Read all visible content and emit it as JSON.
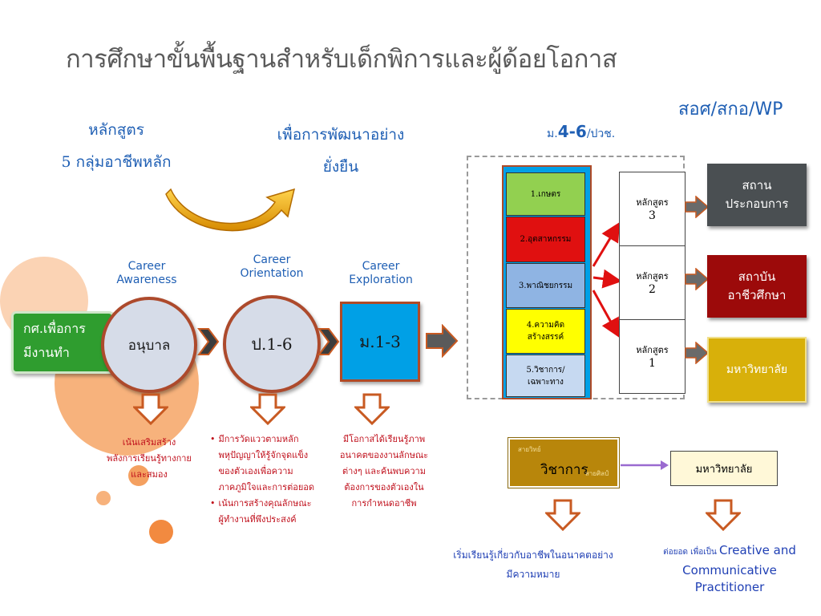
{
  "title": "การศึกษาขั้นพื้นฐานสำหรับเด็กพิการและผู้ด้อยโอกาส",
  "org_label": "สอศ/สกอ/WP",
  "curriculum": {
    "line1": "หลักสูตร",
    "line2": "5 กลุ่มอาชีพหลัก"
  },
  "sustainable": {
    "line1": "เพื่อการพัฒนาอย่าง",
    "line2": "ยั่งยืน"
  },
  "level_label": {
    "prefix": "ม.",
    "main": "4-6",
    "suffix": "/ปวช."
  },
  "stages": [
    {
      "career": "Career\nAwareness",
      "label": "อนุบาล"
    },
    {
      "career": "Career\nOrientation",
      "label": "ป.1-6"
    },
    {
      "career": "Career\nExploration",
      "label": "ม.1-3"
    }
  ],
  "green_box": {
    "line1": "กศ.เพื่อการ",
    "line2": "มีงานทำ"
  },
  "subjects": [
    {
      "label": "1.เกษตร",
      "color": "#92d050"
    },
    {
      "label": "2.อุตสาหกรรม",
      "color": "#e01010"
    },
    {
      "label": "3.พาณิชยกรรม",
      "color": "#8fb4e3"
    },
    {
      "label": "4.ความคิด\nสร้างสรรค์",
      "color": "#ffff00"
    },
    {
      "label": "5.วิชาการ/\nเฉพาะทาง",
      "color": "#c6d9f1"
    }
  ],
  "curricula": [
    {
      "label": "หลักสูตร",
      "num": "3"
    },
    {
      "label": "หลักสูตร",
      "num": "2"
    },
    {
      "label": "หลักสูตร",
      "num": "1"
    }
  ],
  "destinations": [
    {
      "line1": "สถาน",
      "line2": "ประกอบการ",
      "color": "#4a4f52"
    },
    {
      "line1": "สถาบัน",
      "line2": "อาชีวศึกษา",
      "color": "#9c0a0a"
    },
    {
      "line1": "มหาวิทยาลัย",
      "line2": "",
      "color": "#d8b00a"
    }
  ],
  "notes": {
    "kindergarten": "เน้นเสริมสร้าง\nพลังการเรียนรู้ทางกาย\nและสมอง",
    "primary_b1": "มีการวัดแววตามหลัก\nพหุปัญญาให้รู้จักจุดแข็ง\nของตัวเองเพื่อความ\nภาคภูมิใจและการต่อยอด",
    "primary_b2": "เน้นการสร้างคุณลักษณะ\nผู้ทำงานที่พึงประสงค์",
    "secondary": "มีโอกาสได้เรียนรู้ภาพ\nอนาคตของงานลักษณะ\nต่างๆ และค้นพบความ\nต้องการของตัวเองใน\nการกำหนดอาชีพ"
  },
  "academic": {
    "main": "วิชาการ",
    "small_left": "สายวิทย์",
    "small_right": "สายศิลป์"
  },
  "university_box": "มหาวิทยาลัย",
  "bottom_left": "เริ่มเรียนรู้เกี่ยวกับอาชีพในอนาคตอย่าง\nมีความหมาย",
  "bottom_right": {
    "prefix": "ต่อยอด เพื่อเป็น ",
    "line1": "Creative and",
    "line2": "Communicative",
    "line3": "Practitioner"
  }
}
